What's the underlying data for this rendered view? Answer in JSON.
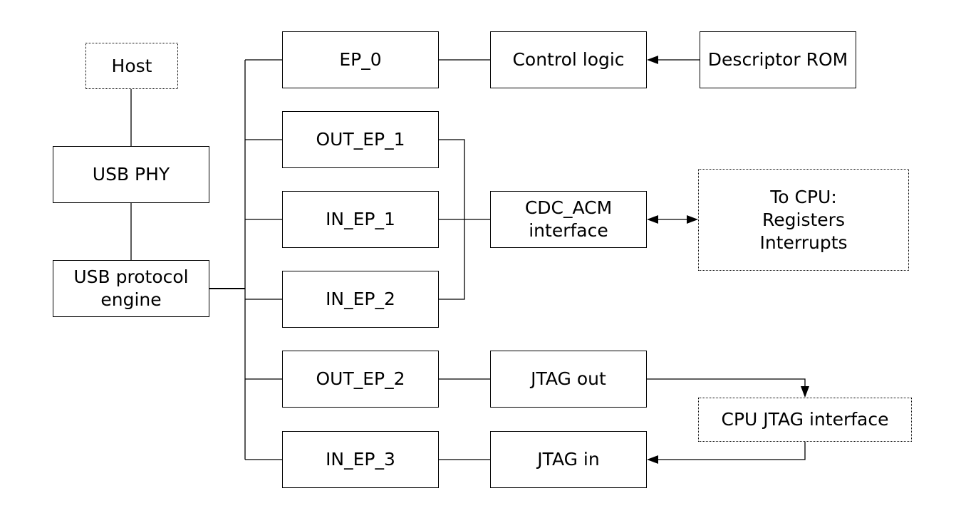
{
  "blocks": {
    "host": "Host",
    "usb_phy": "USB PHY",
    "protocol_engine": "USB protocol\nengine",
    "ep0": "EP_0",
    "out_ep1": "OUT_EP_1",
    "in_ep1": "IN_EP_1",
    "in_ep2": "IN_EP_2",
    "out_ep2": "OUT_EP_2",
    "in_ep3": "IN_EP_3",
    "control_logic": "Control logic",
    "descriptor_rom": "Descriptor ROM",
    "cdc_acm": "CDC_ACM\ninterface",
    "to_cpu": "To CPU:\nRegisters\nInterrupts",
    "jtag_out": "JTAG out",
    "jtag_in": "JTAG in",
    "cpu_jtag": "CPU JTAG interface"
  }
}
